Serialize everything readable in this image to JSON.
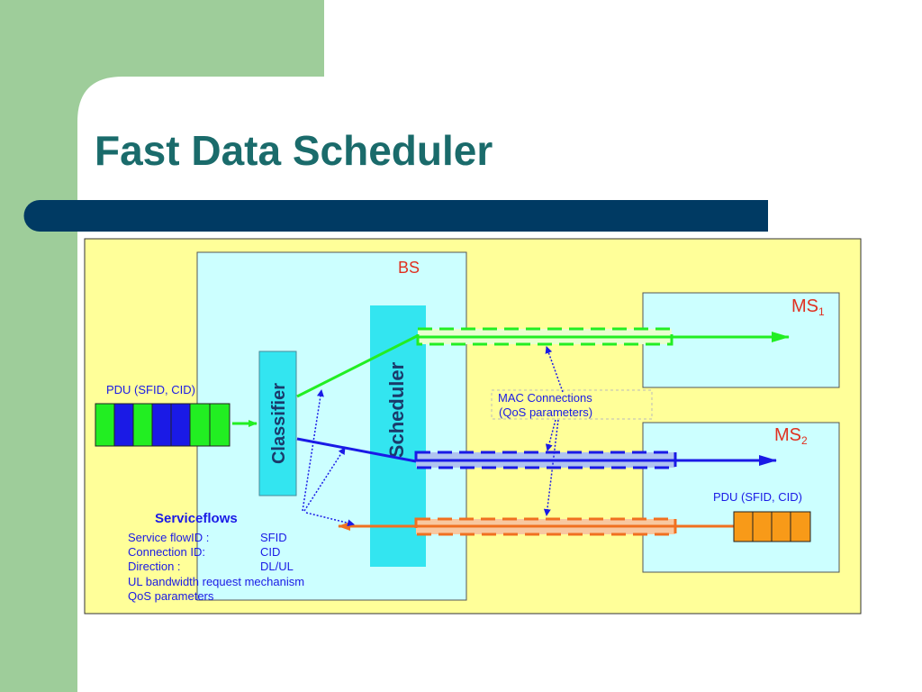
{
  "slide": {
    "title": "Fast Data Scheduler",
    "colors": {
      "green_margin": "#9ecd9a",
      "title": "#1a6b6b",
      "bar": "#003a63"
    }
  },
  "diagram": {
    "colors": {
      "canvas": "#ffff99",
      "box": "#ccffff",
      "scheduler": "#33e5f0",
      "green_flow": "#22ee22",
      "blue_flow": "#1a1ae6",
      "orange_flow": "#f07020",
      "red_label": "#e03020",
      "pdu_orange": "#f89a18"
    },
    "bs_label": "BS",
    "ms1_label": "MS",
    "ms1_sub": "1",
    "ms2_label": "MS",
    "ms2_sub": "2",
    "classifier_label": "Classifier",
    "scheduler_label": "Scheduler",
    "pdu_left_label": "PDU (SFID, CID)",
    "pdu_right_label": "PDU (SFID, CID)",
    "mac_line1": "MAC Connections",
    "mac_line2": "(QoS parameters)",
    "serviceflows_title": "Serviceflows",
    "sf_rows": [
      {
        "key": "Service flowID :",
        "value": "SFID"
      },
      {
        "key": "Connection ID:",
        "value": "CID"
      },
      {
        "key": "Direction :",
        "value": "DL/UL"
      }
    ],
    "sf_extra": [
      "UL bandwidth request mechanism",
      "QoS parameters"
    ]
  }
}
